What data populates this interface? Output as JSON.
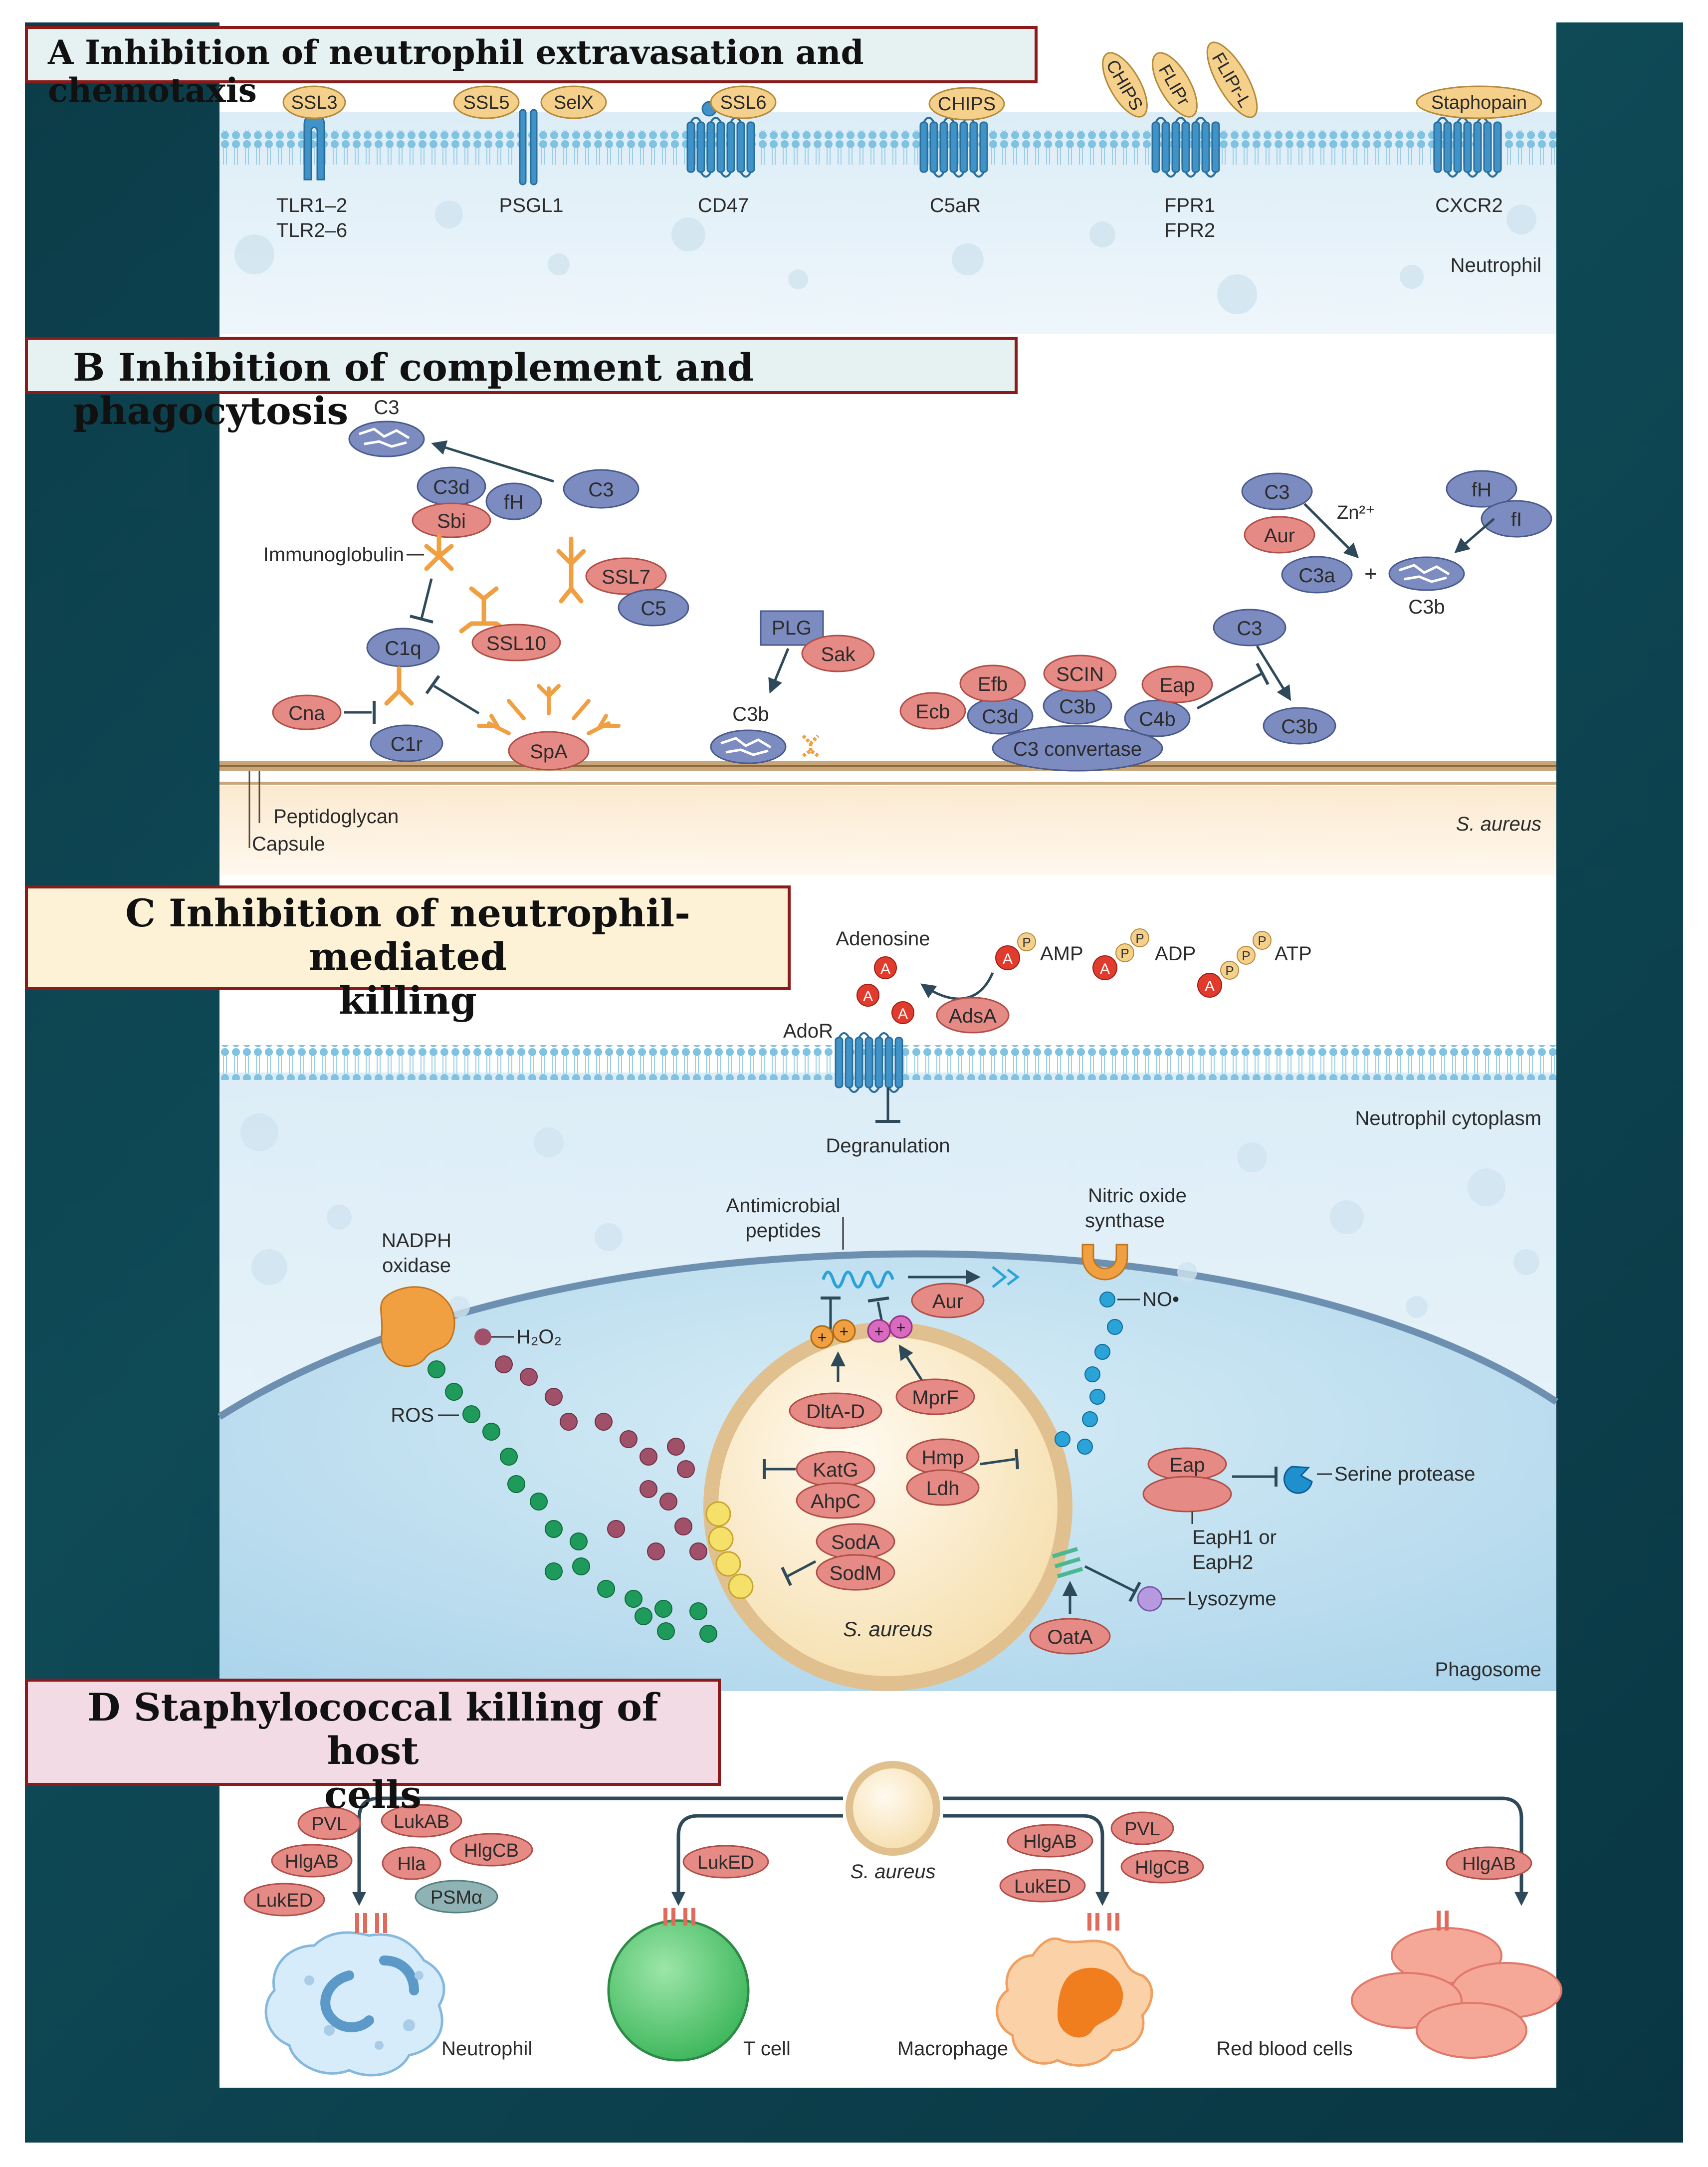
{
  "panels": {
    "A": {
      "title": "A Inhibition of neutrophil extravasation and chemotaxis",
      "receptors": [
        {
          "label": "TLR1–2",
          "label2": "TLR2–6",
          "ligands": [
            "SSL3"
          ]
        },
        {
          "label": "PSGL1",
          "ligands": [
            "SSL5",
            "SelX"
          ]
        },
        {
          "label": "CD47",
          "ligands": [
            "SSL6"
          ]
        },
        {
          "label": "C5aR",
          "ligands": [
            "CHIPS"
          ]
        },
        {
          "label": "FPR1",
          "label2": "FPR2",
          "ligands": [
            "CHIPS",
            "FLIPr",
            "FLIPr-L"
          ]
        },
        {
          "label": "CXCR2",
          "ligands": [
            "Staphopain"
          ]
        }
      ],
      "cell": "Neutrophil"
    },
    "B": {
      "title": "B Inhibition of complement  and phagocytosis",
      "labels": {
        "c3_top": "C3",
        "c3d": "C3d",
        "fh": "fH",
        "c3_a": "C3",
        "sbi": "Sbi",
        "immunoglobulin": "Immunoglobulin",
        "ssl7": "SSL7",
        "c5": "C5",
        "ssl10": "SSL10",
        "c1q": "C1q",
        "cna": "Cna",
        "c1r": "C1r",
        "spa": "SpA",
        "plg": "PLG",
        "sak": "Sak",
        "c3b_mid": "C3b",
        "efb": "Efb",
        "scin": "SCIN",
        "eap": "Eap",
        "ecb": "Ecb",
        "c3d_b": "C3d",
        "c3b_b": "C3b",
        "c4b": "C4b",
        "c3_convertase": "C3 convertase",
        "c3_r": "C3",
        "c3b_r": "C3b",
        "c3_tr": "C3",
        "aur": "Aur",
        "zn": "Zn²⁺",
        "c3a": "C3a",
        "plus": "+",
        "c3b_tr": "C3b",
        "fh_r": "fH",
        "fi": "fI",
        "peptidoglycan": "Peptidoglycan",
        "capsule": "Capsule",
        "s_aureus": "S. aureus"
      }
    },
    "C": {
      "title_line1": "C Inhibition of neutrophil-mediated",
      "title_line2": "killing",
      "labels": {
        "adenosine": "Adenosine",
        "amp": "AMP",
        "adp": "ADP",
        "atp": "ATP",
        "adsa": "AdsA",
        "ador": "AdoR",
        "degranulation": "Degranulation",
        "cytoplasm": "Neutrophil cytoplasm",
        "amp_peptides_1": "Antimicrobial",
        "amp_peptides_2": "peptides",
        "nos_1": "Nitric oxide",
        "nos_2": "synthase",
        "no": "NO•",
        "nadph_1": "NADPH",
        "nadph_2": "oxidase",
        "h2o2": "H₂O₂",
        "ros": "ROS",
        "aur": "Aur",
        "dlta": "DltA-D",
        "mprf": "MprF",
        "katg": "KatG",
        "ahpc": "AhpC",
        "hmp": "Hmp",
        "ldh": "Ldh",
        "soda": "SodA",
        "sodm": "SodM",
        "s_aureus": "S. aureus",
        "eap": "Eap",
        "serine": "Serine protease",
        "eaph_1": "EapH1 or",
        "eaph_2": "EapH2",
        "lysozyme": "Lysozyme",
        "oata": "OatA",
        "phagosome": "Phagosome",
        "a": "A",
        "p": "P",
        "plus": "+"
      }
    },
    "D": {
      "title_line1": "D Staphylococcal killing of host",
      "title_line2": "cells",
      "s_aureus": "S. aureus",
      "targets": [
        {
          "cell": "Neutrophil",
          "toxins": [
            "PVL",
            "LukAB",
            "HlgAB",
            "HlgCB",
            "Hla",
            "LukED",
            "PSMα"
          ]
        },
        {
          "cell": "T cell",
          "toxins": [
            "LukED"
          ]
        },
        {
          "cell": "Macrophage",
          "toxins": [
            "HlgAB",
            "PVL",
            "LukED",
            "HlgCB"
          ]
        },
        {
          "cell": "Red blood cells",
          "toxins": [
            "HlgAB"
          ]
        }
      ]
    }
  },
  "colors": {
    "frame": "#0b3c48",
    "title_border": "#8b1a1a",
    "blue_protein": "#7d8cc0",
    "red_protein": "#e58a84",
    "yellow_ligand": "#f5d08a",
    "receptor": "#3f93c8"
  }
}
